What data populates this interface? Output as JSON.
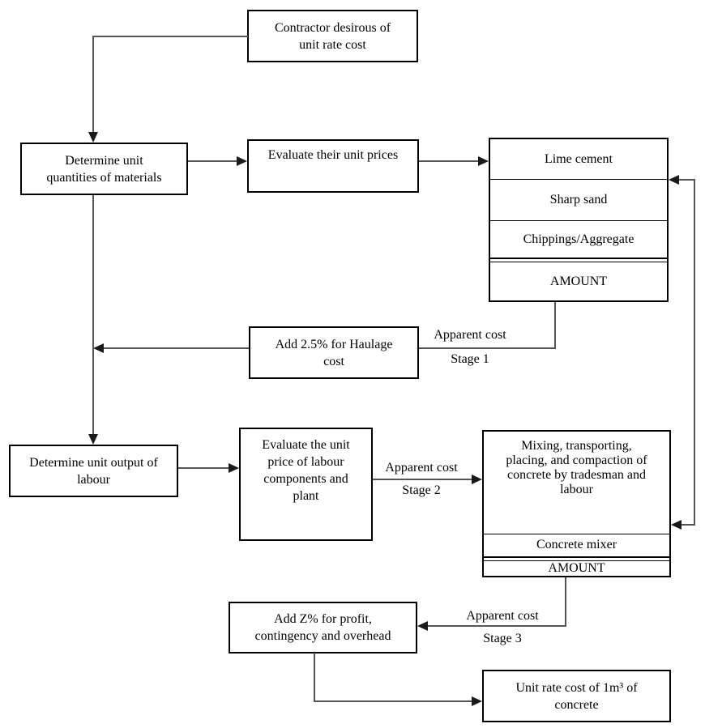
{
  "diagram": {
    "type": "flowchart",
    "background_color": "#ffffff",
    "box_border_color": "#000000",
    "connector_color": "#555555",
    "arrowhead_color": "#1a1a1a",
    "nodes": {
      "contractor": {
        "line1": "Contractor desirous of",
        "line2": "unit rate cost"
      },
      "determine_quantities": {
        "line1": "Determine unit",
        "line2": "quantities of materials"
      },
      "evaluate_unit_prices": {
        "line1": "Evaluate their unit prices"
      },
      "materials_table": {
        "row1": "Lime cement",
        "row2": "Sharp sand",
        "row3": "Chippings/Aggregate",
        "amount": "AMOUNT"
      },
      "haulage": {
        "line1": "Add 2.5% for Haulage",
        "line2": "cost"
      },
      "determine_output": {
        "line1": "Determine unit output of",
        "line2": "labour"
      },
      "evaluate_labour": {
        "line1": "Evaluate the unit",
        "line2": "price of labour",
        "line3": "components and",
        "line4": "plant"
      },
      "mixing": {
        "line1": "Mixing, transporting,",
        "line2": "placing, and compaction of",
        "line3": "concrete by tradesman and",
        "line4": "labour",
        "mixer_row": "Concrete mixer",
        "amount": "AMOUNT"
      },
      "add_z": {
        "line1": "Add Z% for profit,",
        "line2": "contingency and overhead"
      },
      "unit_rate": {
        "line1": "Unit rate cost of 1m³ of",
        "line2": "concrete"
      }
    },
    "stage_labels": {
      "stage1": {
        "top": "Apparent cost",
        "bottom": "Stage 1"
      },
      "stage2": {
        "top": "Apparent cost",
        "bottom": "Stage 2"
      },
      "stage3": {
        "top": "Apparent cost",
        "bottom": "Stage 3"
      }
    }
  }
}
